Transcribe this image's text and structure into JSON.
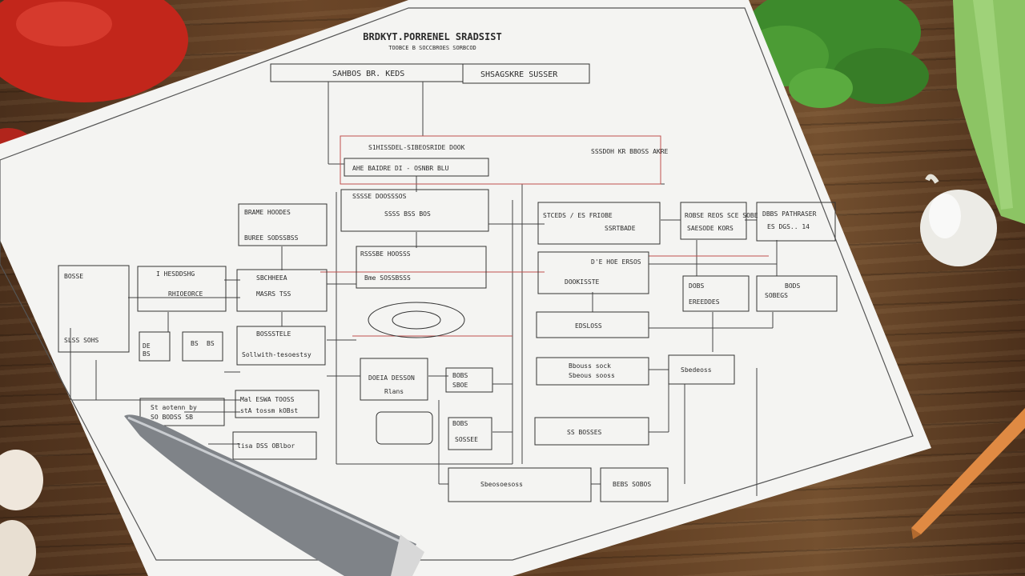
{
  "document": {
    "title": "BRDKYT.PORRENEL SRADSIST",
    "subtitle": "TOOBCE B SOCCBROES SORBCOD",
    "header_left": "SAHBOS BR. KEDS",
    "header_right": "SHSAGSKRE SUSSER"
  },
  "boxes": [
    {
      "id": "b1",
      "text": "S1HISSDEL-SIBEOSRIDE DOOK",
      "sub": "AHE BAIDRE DI - OSNBR BLU"
    },
    {
      "id": "b2",
      "text": "SSSDOH KR BBOSS AKRE"
    },
    {
      "id": "b3",
      "text": "DBBS PATHRASER",
      "sub": "ES DGS.. 14"
    },
    {
      "id": "b4",
      "text": "STCEDS / ES FRIOBE",
      "sub": "SSRTBADE"
    },
    {
      "id": "b5",
      "text": "ROBSE REOS SCE SOBE",
      "sub": "SAESODE KORS"
    },
    {
      "id": "b6",
      "text": "D'E HOE ERSOS",
      "sub": "DOOKISSTE"
    },
    {
      "id": "b7",
      "text": "BRAME HOODES",
      "sub": "BUREE SODSSBSS"
    },
    {
      "id": "b8",
      "text": "I HESDDSHG",
      "sub": "RHIOEORCE"
    },
    {
      "id": "b9",
      "text": "SBCHHEEA",
      "sub": "MASRS TSS"
    },
    {
      "id": "b10",
      "text": "BOSSSTELE",
      "sub": "Sollwith-tesoestsy"
    },
    {
      "id": "b11",
      "text": "EDSLOSS"
    },
    {
      "id": "b12",
      "text": "BOSSE",
      "sub": "SLSS SOHS"
    },
    {
      "id": "b13",
      "text": "DOBS",
      "sub": "EREEDDES"
    },
    {
      "id": "b14",
      "text": "BODS",
      "sub": "SOBEGS"
    },
    {
      "id": "b15",
      "text": "DOEIA DESSON",
      "sub": "Rlans"
    },
    {
      "id": "b16",
      "text": "BOBS",
      "sub": "SBOE"
    },
    {
      "id": "b17",
      "text": "Bbouss sock",
      "sub": "Sbeous sooss"
    },
    {
      "id": "b18",
      "text": "Sbedeoss"
    },
    {
      "id": "b19",
      "text": "SS BOSSES"
    },
    {
      "id": "b20",
      "text": "Sbeosoesoss"
    },
    {
      "id": "b21",
      "text": "BEBS SOBOS"
    },
    {
      "id": "b22",
      "text": "St aotenn by",
      "sub": "SO BODSS SB"
    },
    {
      "id": "b23",
      "text": "Mal ESWA TOOSS",
      "sub": "stA tossm kOBst"
    },
    {
      "id": "b24",
      "text": "lisa DSS OBlbor"
    },
    {
      "id": "b25",
      "text": "RSSSBE HOOSSS",
      "sub": "Bme SOSSBSSS"
    },
    {
      "id": "b26",
      "text": "DE",
      "sub": "BS"
    },
    {
      "id": "b27",
      "text": "BS",
      "sub": "BS"
    },
    {
      "id": "b28",
      "text": "SSSSE DOOSSSOS"
    },
    {
      "id": "b29",
      "text": "SSSS BSS BOS"
    },
    {
      "id": "b30",
      "text": "BOBS",
      "sub": "SOSSEE"
    }
  ],
  "colors": {
    "paper": "#f4f4f2",
    "ink": "#2b2b2b",
    "red_line": "#c0504d",
    "wood": "#5d3b20"
  },
  "props": [
    "tomato",
    "parsley",
    "celery",
    "garlic",
    "knife",
    "mushroom",
    "pencil"
  ]
}
